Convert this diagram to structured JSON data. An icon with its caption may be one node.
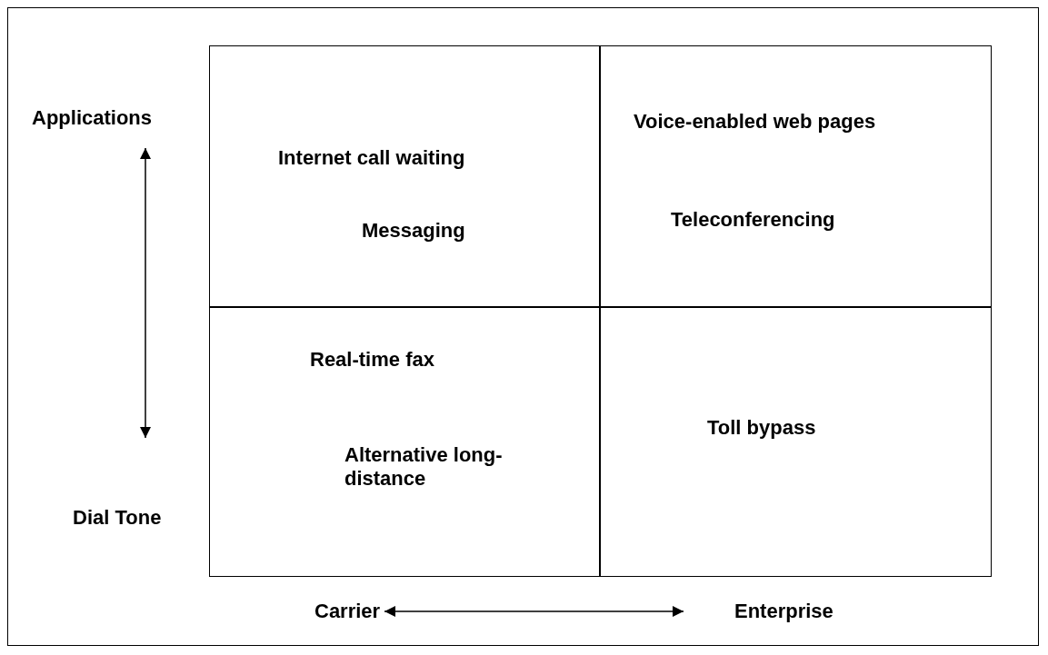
{
  "diagram": {
    "nodes": [
      {
        "text": [
          "Internet call waiting",
          "Messaging"
        ]
      },
      {
        "text": [
          "Voice-enabled web pages",
          "Teleconferencing"
        ]
      },
      {
        "text": [
          "Real-time fax",
          "Alternative long-distance"
        ]
      },
      {
        "text": [
          "Toll bypass"
        ]
      }
    ],
    "labels": [
      "Applications",
      "Dial Tone",
      "Carrier",
      "Enterprise"
    ]
  }
}
